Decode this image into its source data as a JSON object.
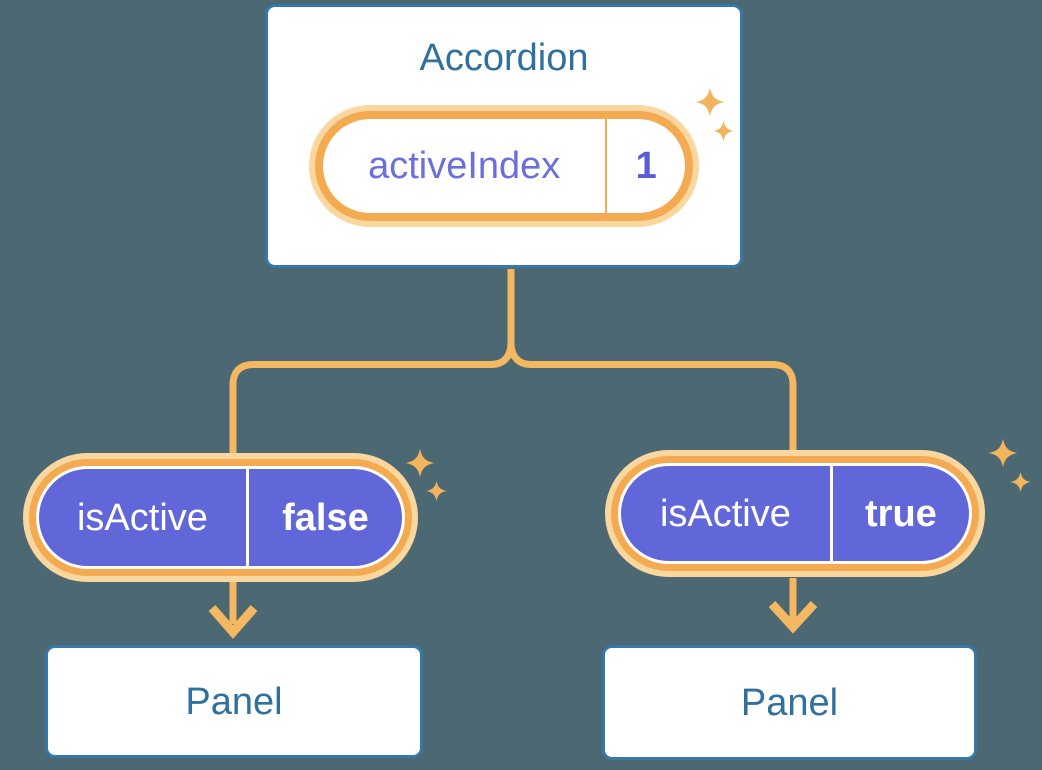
{
  "colors": {
    "background": "#4b6873",
    "card_border": "#3578a9",
    "blue_text": "#2f709f",
    "purple_fill": "#6167d8",
    "purple_text": "#6a6fdc",
    "orange_ring": "#f3aa50",
    "orange_halo": "#fbd7a0",
    "orange_line": "#f5b862",
    "sparkle": "#f2b45c"
  },
  "icons": {
    "sparkle": "four-point-star"
  },
  "root": {
    "title": "Accordion",
    "state_pill": {
      "label": "activeIndex",
      "value": "1"
    }
  },
  "children": [
    {
      "prop_pill": {
        "label": "isActive",
        "value": "false"
      },
      "panel_label": "Panel"
    },
    {
      "prop_pill": {
        "label": "isActive",
        "value": "true"
      },
      "panel_label": "Panel"
    }
  ]
}
